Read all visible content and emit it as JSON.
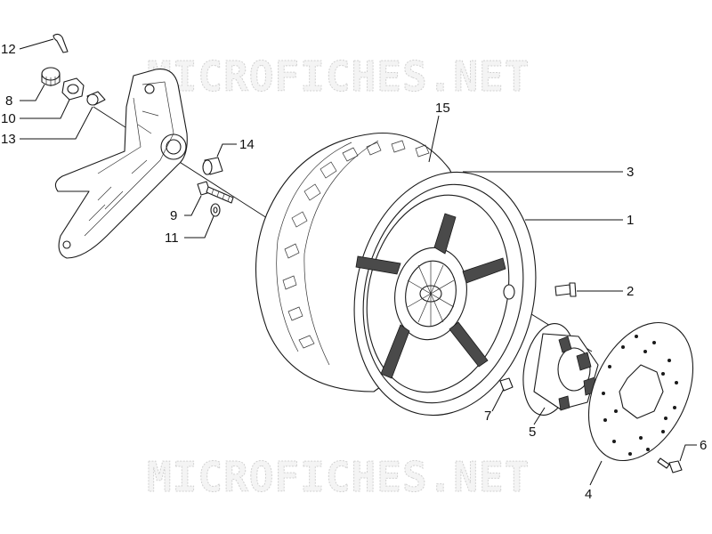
{
  "watermark": {
    "top": "MICROFICHES.NET",
    "bottom": "MICROFICHES.NET"
  },
  "callouts": [
    {
      "id": "1",
      "label": "1"
    },
    {
      "id": "2",
      "label": "2"
    },
    {
      "id": "3",
      "label": "3"
    },
    {
      "id": "4",
      "label": "4"
    },
    {
      "id": "5",
      "label": "5"
    },
    {
      "id": "6",
      "label": "6"
    },
    {
      "id": "7",
      "label": "7"
    },
    {
      "id": "8",
      "label": "8"
    },
    {
      "id": "9",
      "label": "9"
    },
    {
      "id": "10",
      "label": "10"
    },
    {
      "id": "11",
      "label": "11"
    },
    {
      "id": "12",
      "label": "12"
    },
    {
      "id": "13",
      "label": "13"
    },
    {
      "id": "14",
      "label": "14"
    },
    {
      "id": "15",
      "label": "15"
    }
  ],
  "colors": {
    "line": "#1a1a1a",
    "background": "#ffffff",
    "watermark": "#d2d2d2"
  }
}
